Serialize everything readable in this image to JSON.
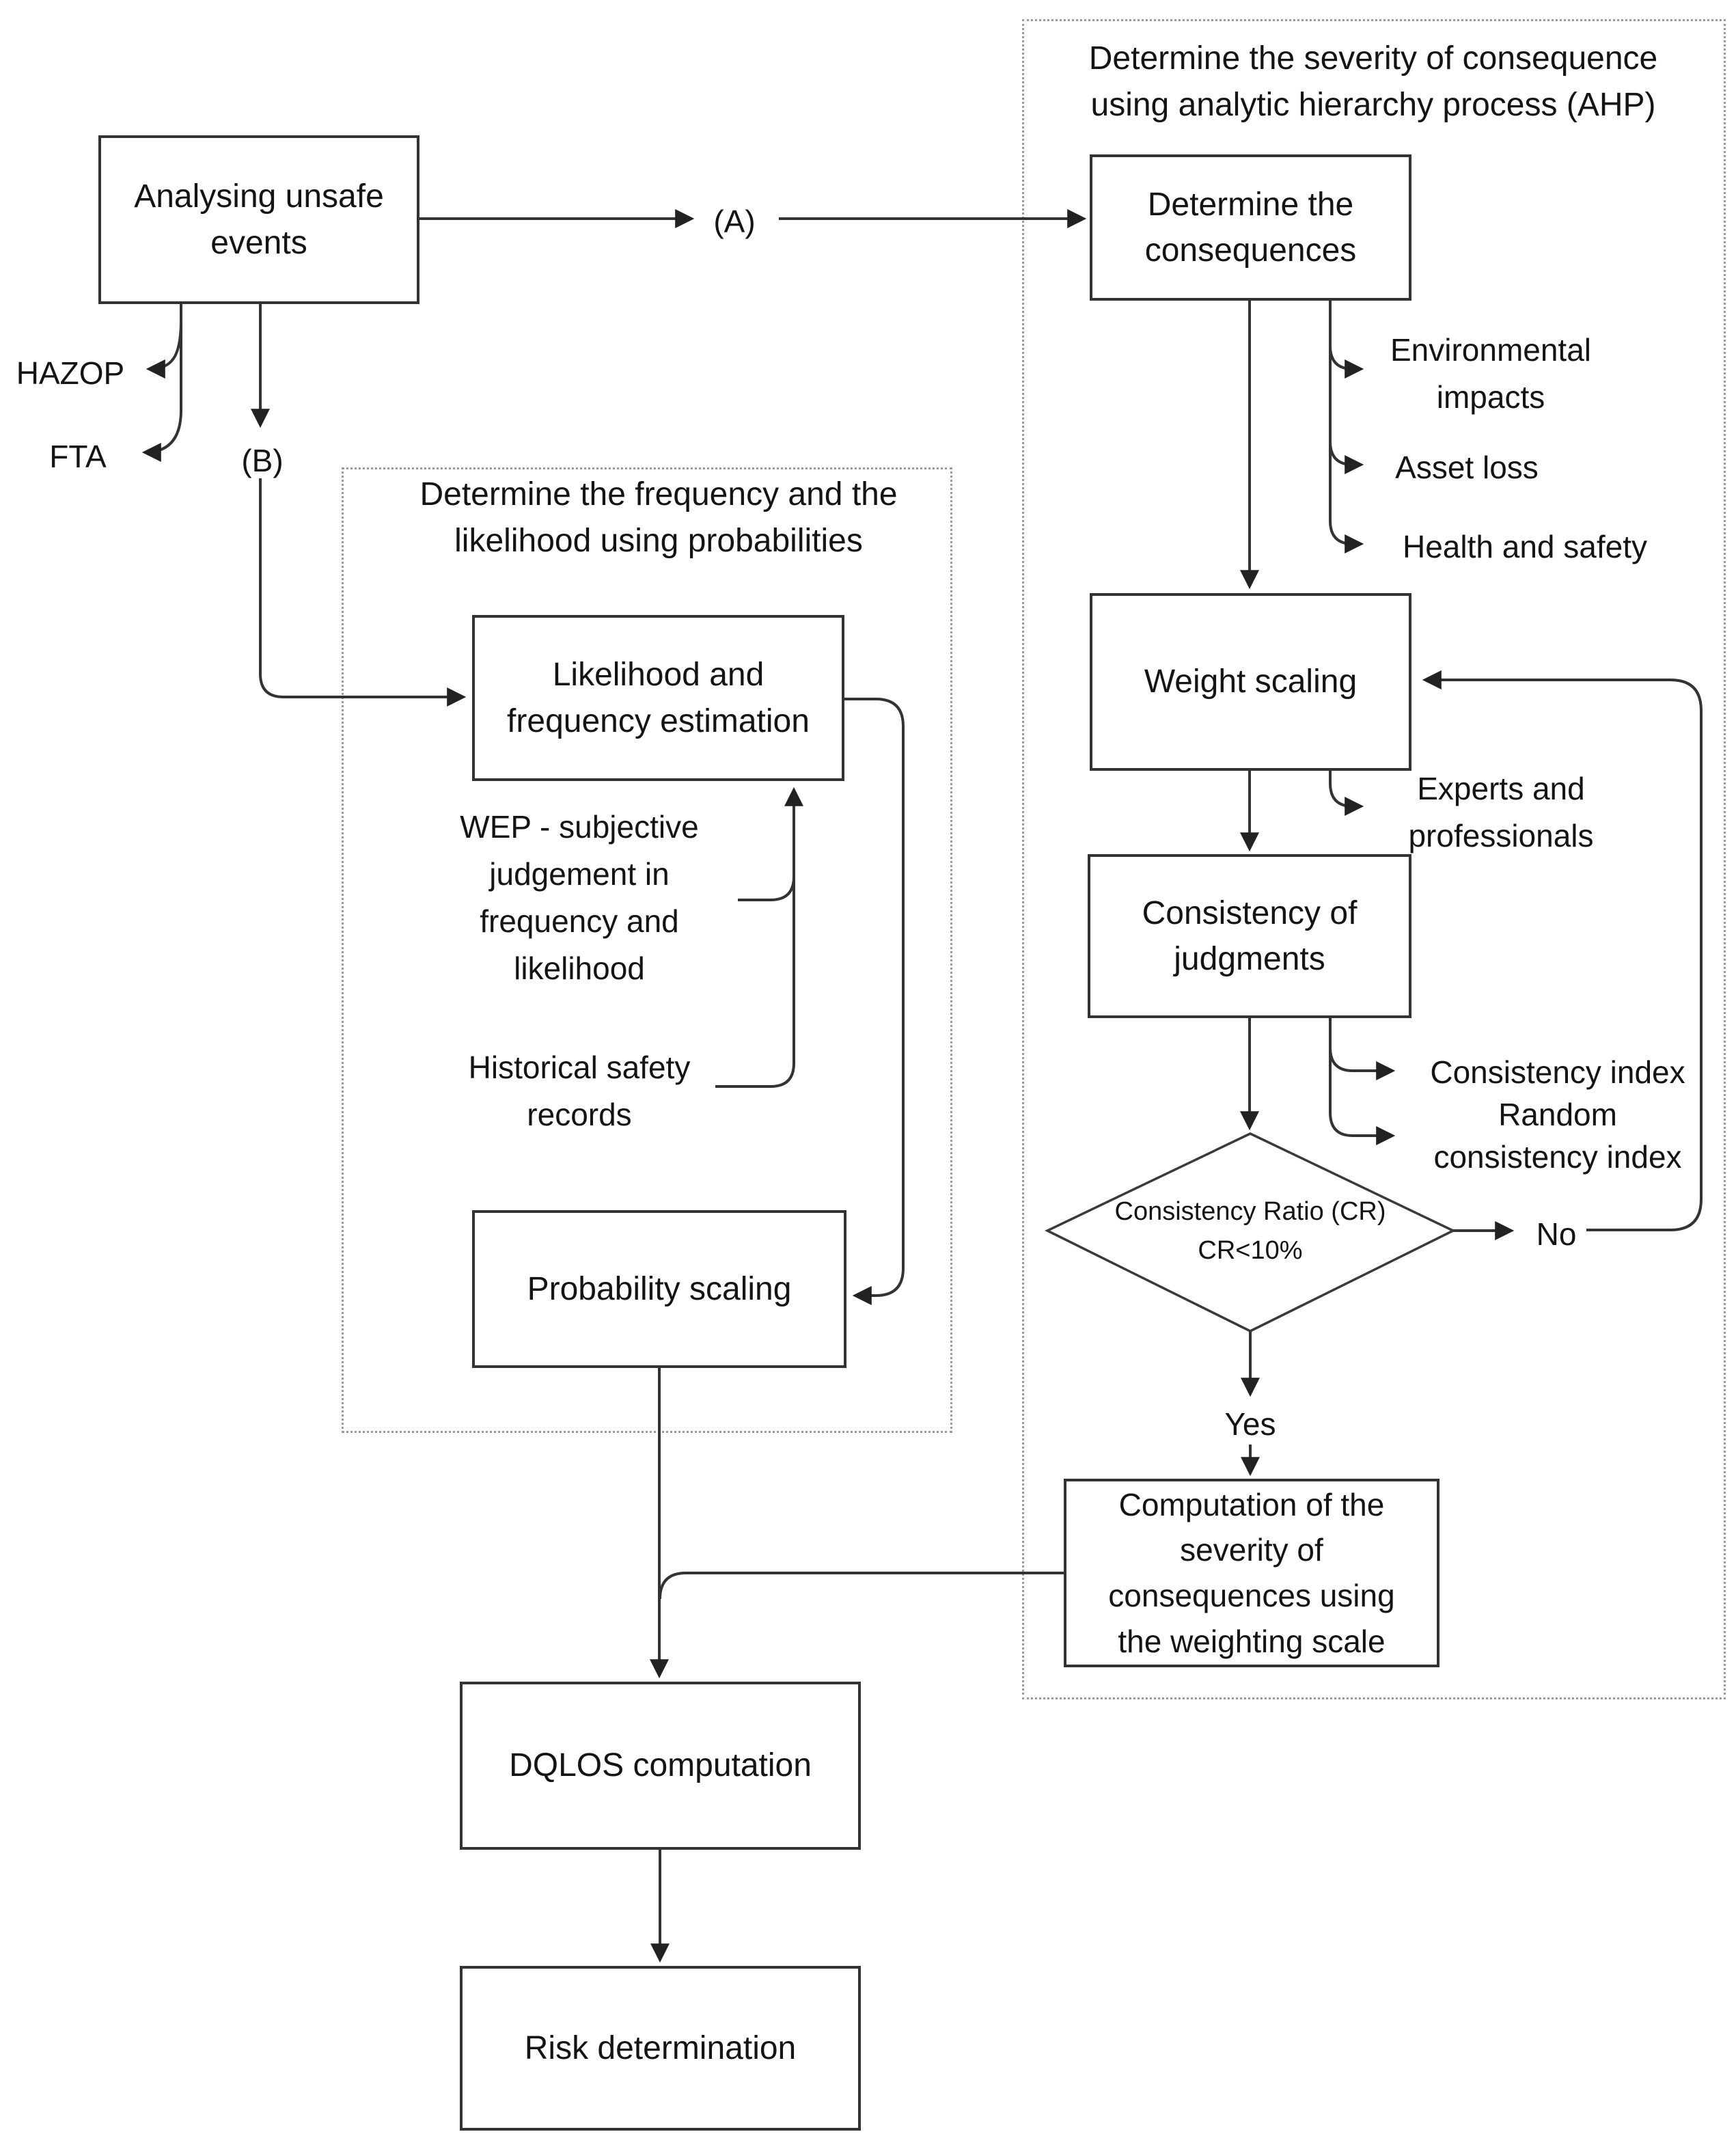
{
  "flowchart": {
    "sections": {
      "ahp": {
        "title": "Determine the severity of consequence\nusing analytic hierarchy process (AHP)"
      },
      "frequency": {
        "title": "Determine the frequency and the\nlikelihood using probabilities"
      }
    },
    "nodes": {
      "analysing_unsafe_events": "Analysing unsafe\nevents",
      "determine_consequences": "Determine the\nconsequences",
      "weight_scaling": "Weight scaling",
      "consistency_of_judgments": "Consistency of\njudgments",
      "computation_severity": "Computation of the\nseverity of\nconsequences using\nthe weighting scale",
      "likelihood_frequency_estimation": "Likelihood and\nfrequency estimation",
      "probability_scaling": "Probability scaling",
      "dqlos_computation": "DQLOS computation",
      "risk_determination": "Risk determination"
    },
    "decision": {
      "consistency_ratio": "Consistency Ratio (CR)\nCR<10%"
    },
    "annotations": {
      "hazop": "HAZOP",
      "fta": "FTA",
      "label_a": "(A)",
      "label_b": "(B)",
      "environmental_impacts": "Environmental\nimpacts",
      "asset_loss": "Asset loss",
      "health_and_safety": "Health and safety",
      "experts_professionals": "Experts and\nprofessionals",
      "wep_subjective": "WEP - subjective\njudgement in\nfrequency and\nlikelihood",
      "historical_records": "Historical safety\nrecords",
      "consistency_indexes": "Consistency index\nRandom\nconsistency index",
      "yes": "Yes",
      "no": "No"
    },
    "colors": {
      "line": "#333333",
      "box_border": "#333333",
      "text": "#141414",
      "dashed_border": "#9b9b9b",
      "background": "#ffffff"
    }
  }
}
